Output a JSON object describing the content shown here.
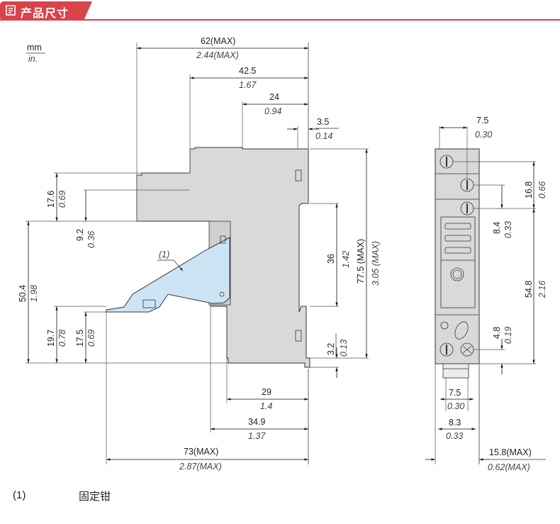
{
  "header": {
    "title": "产品尺寸",
    "icon": "document-icon",
    "accent_color": "#d9434a"
  },
  "units": {
    "top": "mm",
    "bottom": "in."
  },
  "side_view": {
    "dims": {
      "overall_width": {
        "mm": "62(MAX)",
        "in": "2.44(MAX)"
      },
      "step_2": {
        "mm": "42.5",
        "in": "1.67"
      },
      "step_1": {
        "mm": "24",
        "in": "0.94"
      },
      "rail_offset": {
        "mm": "3.5",
        "in": "0.14"
      },
      "step_height": {
        "mm": "17.6",
        "in": "0.69"
      },
      "small_step": {
        "mm": "9.2",
        "in": "0.36"
      },
      "clip_height": {
        "mm": "50.4",
        "in": "1.98"
      },
      "lower_19": {
        "mm": "19.7",
        "in": "0.78"
      },
      "lower_17": {
        "mm": "17.5",
        "in": "0.69"
      },
      "rail_36": {
        "mm": "36",
        "in": "1.42"
      },
      "overall_height": {
        "mm": "77.5 (MAX)",
        "in": "3.05 (MAX)"
      },
      "bottom_offset": {
        "mm": "3.2",
        "in": "0.13"
      },
      "depth_29": {
        "mm": "29",
        "in": "1.4"
      },
      "depth_34": {
        "mm": "34.9",
        "in": "1.37"
      },
      "overall_depth": {
        "mm": "73(MAX)",
        "in": "2.87(MAX)"
      }
    },
    "callout": "(1)"
  },
  "front_view": {
    "dims": {
      "screw_pitch": {
        "mm": "7.5",
        "in": "0.30"
      },
      "terminal_16": {
        "mm": "16.8",
        "in": "0.66"
      },
      "terminal_8": {
        "mm": "8.4",
        "in": "0.33"
      },
      "terminal_54": {
        "mm": "54.8",
        "in": "2.16"
      },
      "terminal_4": {
        "mm": "4.8",
        "in": "0.19"
      },
      "foot_75": {
        "mm": "7.5",
        "in": "0.30"
      },
      "foot_83": {
        "mm": "8.3",
        "in": "0.33"
      },
      "overall_width": {
        "mm": "15.8(MAX)",
        "in": "0.62(MAX)"
      }
    }
  },
  "footnote": {
    "number": "(1)",
    "text": "固定钳"
  }
}
